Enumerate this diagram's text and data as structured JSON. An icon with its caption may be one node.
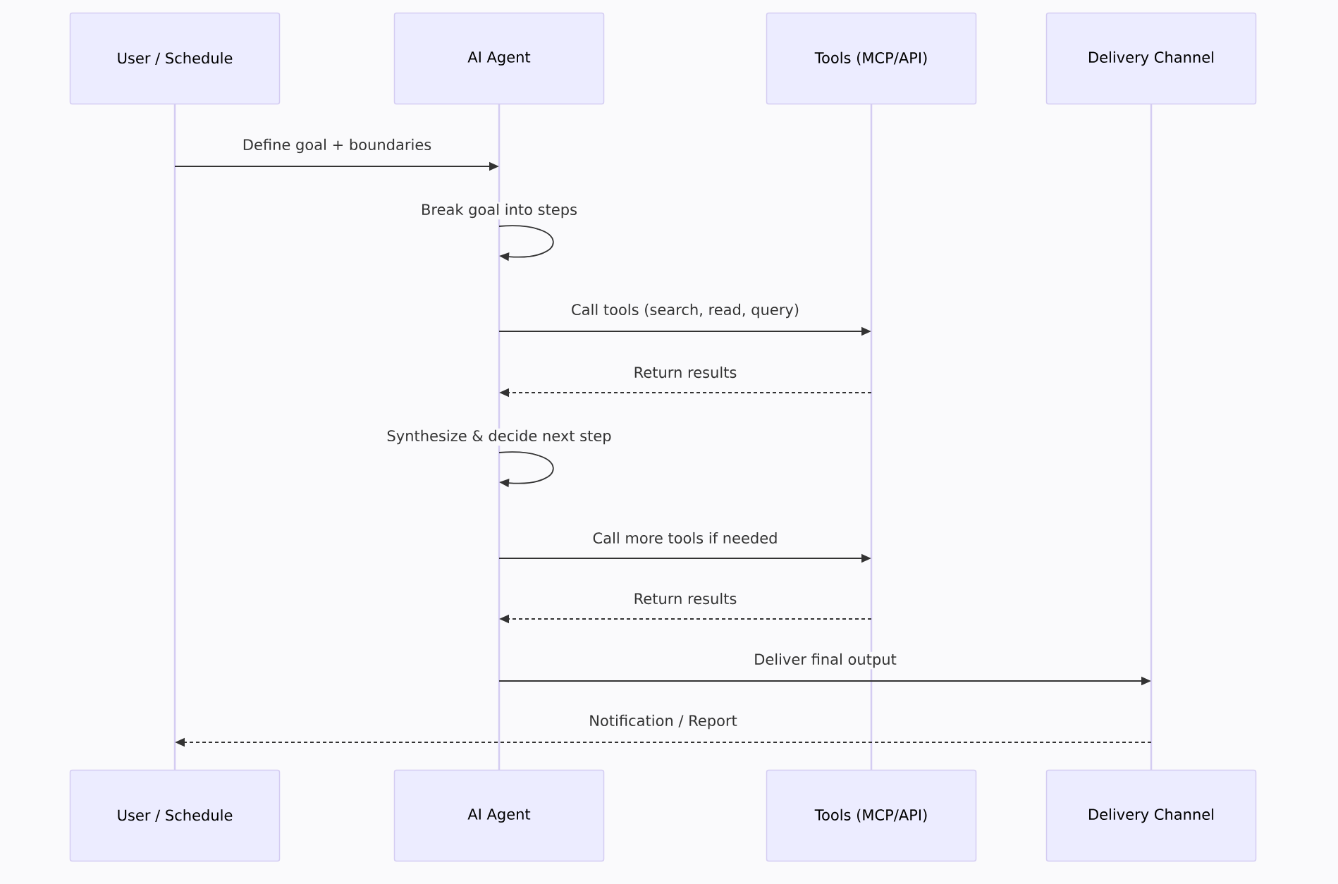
{
  "diagram": {
    "nodes": [
      {
        "text": [
          "User / Schedule"
        ]
      },
      {
        "text": [
          "AI Agent"
        ]
      },
      {
        "text": [
          "Tools (MCP/API)"
        ]
      },
      {
        "text": [
          "Delivery Channel"
        ]
      },
      {
        "text": [
          "User / Schedule"
        ]
      },
      {
        "text": [
          "AI Agent"
        ]
      },
      {
        "text": [
          "Tools (MCP/API)"
        ]
      },
      {
        "text": [
          "Delivery Channel"
        ]
      },
      {
        "text": [],
        "shape": "bar"
      },
      {
        "text": [],
        "shape": "bar"
      },
      {
        "text": [],
        "shape": "bar"
      },
      {
        "text": [],
        "shape": "bar"
      }
    ],
    "edges": [
      {
        "from": 8,
        "to": 9,
        "arrow": "to",
        "label": "Define goal + boundaries"
      },
      {
        "from": 9,
        "to": 9,
        "arrow": "to",
        "label": "Break goal into steps"
      },
      {
        "from": 9,
        "to": 10,
        "arrow": "to",
        "label": "Call tools (search, read, query)"
      },
      {
        "from": 10,
        "to": 9,
        "arrow": "to",
        "label": "Return results",
        "style": "dashed"
      },
      {
        "from": 9,
        "to": 9,
        "arrow": "to",
        "label": "Synthesize & decide next step"
      },
      {
        "from": 9,
        "to": 10,
        "arrow": "to",
        "label": "Call more tools if needed"
      },
      {
        "from": 10,
        "to": 9,
        "arrow": "to",
        "label": "Return results",
        "style": "dashed"
      },
      {
        "from": 9,
        "to": 11,
        "arrow": "to",
        "label": "Deliver final output"
      },
      {
        "from": 11,
        "to": 8,
        "arrow": "to",
        "label": "Notification / Report",
        "style": "dashed"
      }
    ]
  }
}
